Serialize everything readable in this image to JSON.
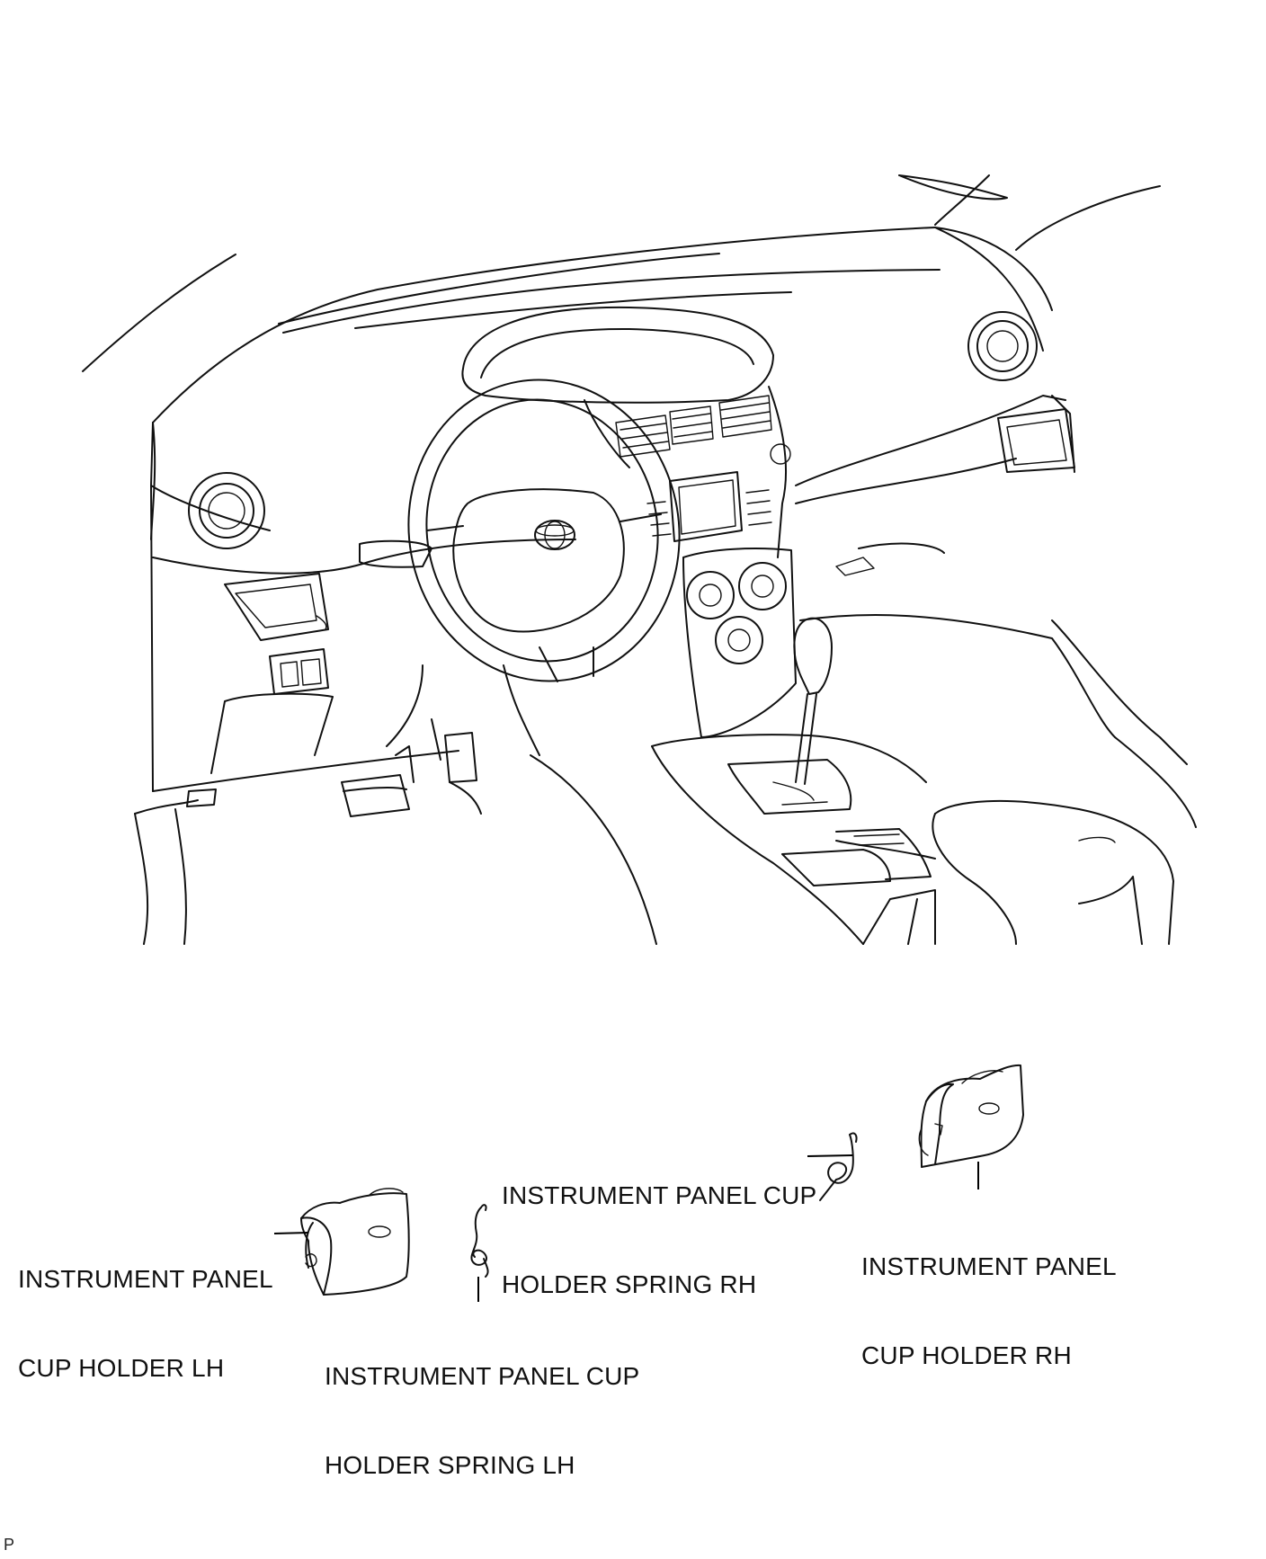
{
  "labels": {
    "cup_holder_lh": [
      "INSTRUMENT PANEL",
      "CUP HOLDER LH"
    ],
    "spring_lh": [
      "INSTRUMENT PANEL CUP",
      "HOLDER SPRING LH"
    ],
    "spring_rh": [
      "INSTRUMENT PANEL CUP",
      "HOLDER SPRING RH"
    ],
    "cup_holder_rh": [
      "INSTRUMENT PANEL",
      "CUP HOLDER RH"
    ]
  },
  "footer_code": "P"
}
